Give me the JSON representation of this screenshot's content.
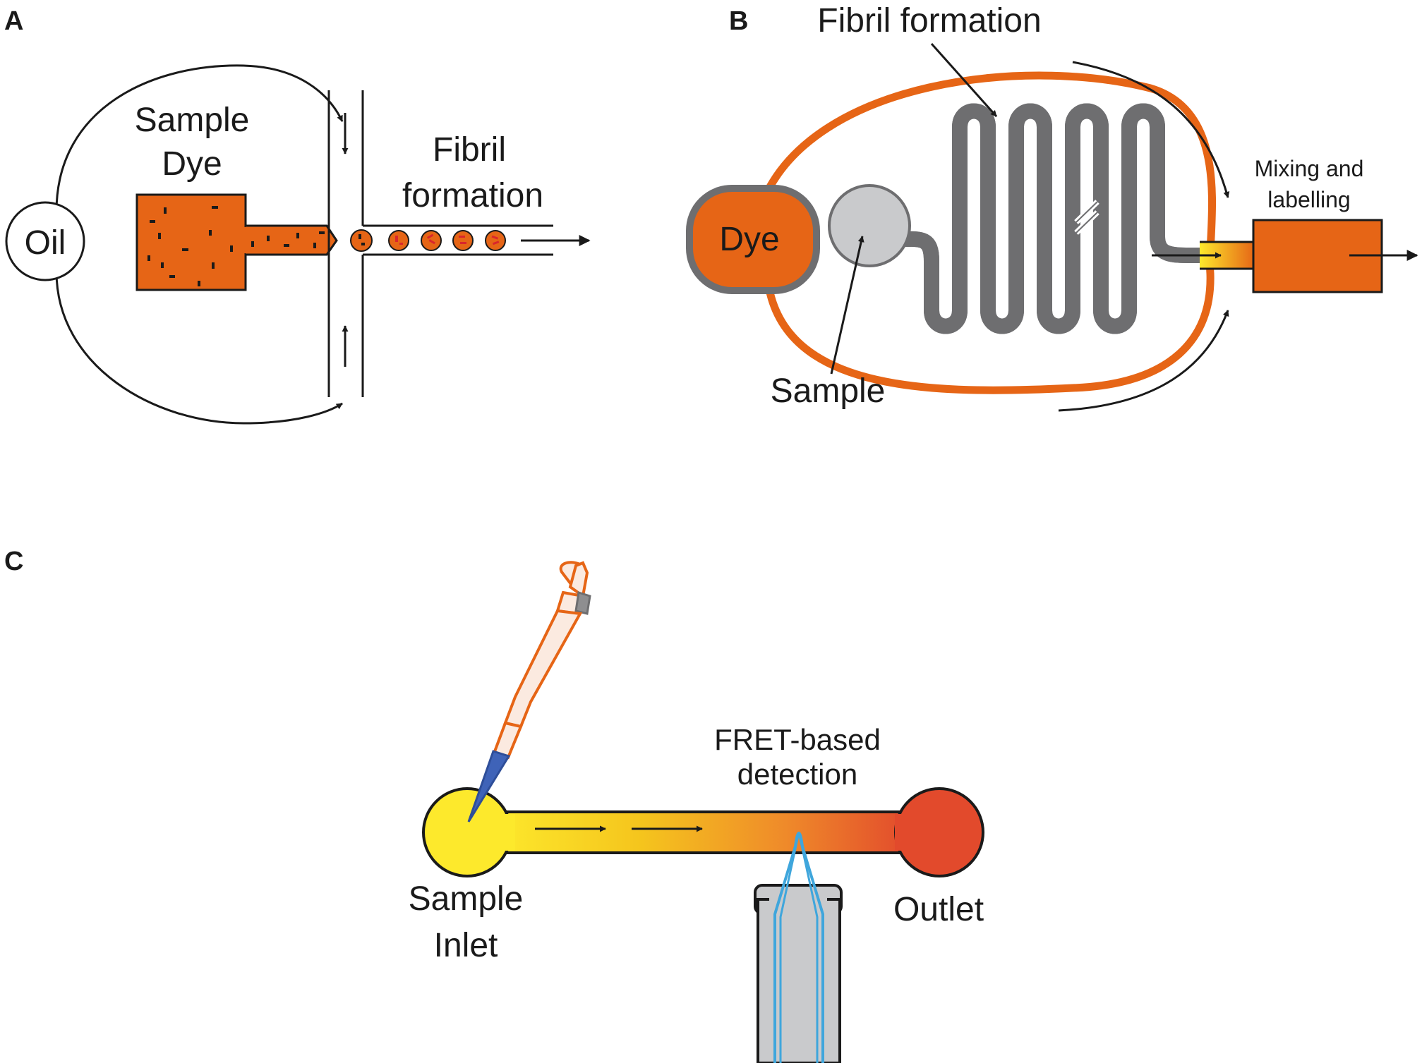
{
  "panel_a": {
    "letter": "A",
    "oil_label": "Oil",
    "sample_label": "Sample",
    "dye_label": "Dye",
    "fibril_line1": "Fibril",
    "fibril_line2": "formation"
  },
  "panel_b": {
    "letter": "B",
    "fibril_label": "Fibril formation",
    "dye_label": "Dye",
    "sample_label": "Sample",
    "mixing_line1": "Mixing and",
    "mixing_line2": "labelling"
  },
  "panel_c": {
    "letter": "C",
    "fret_line1": "FRET-based",
    "fret_line2": "detection",
    "inlet_line1": "Sample",
    "inlet_line2": "Inlet",
    "outlet_label": "Outlet"
  },
  "colors": {
    "orange": "#e66516",
    "grey_fill": "#c9cacc",
    "grey_stroke": "#6e6e70",
    "yellow": "#fde92c",
    "red": "#e24a2c",
    "blue": "#3fa6dc",
    "pipette_tip": "#3f63b8",
    "droplet_red": "#d9262c"
  }
}
